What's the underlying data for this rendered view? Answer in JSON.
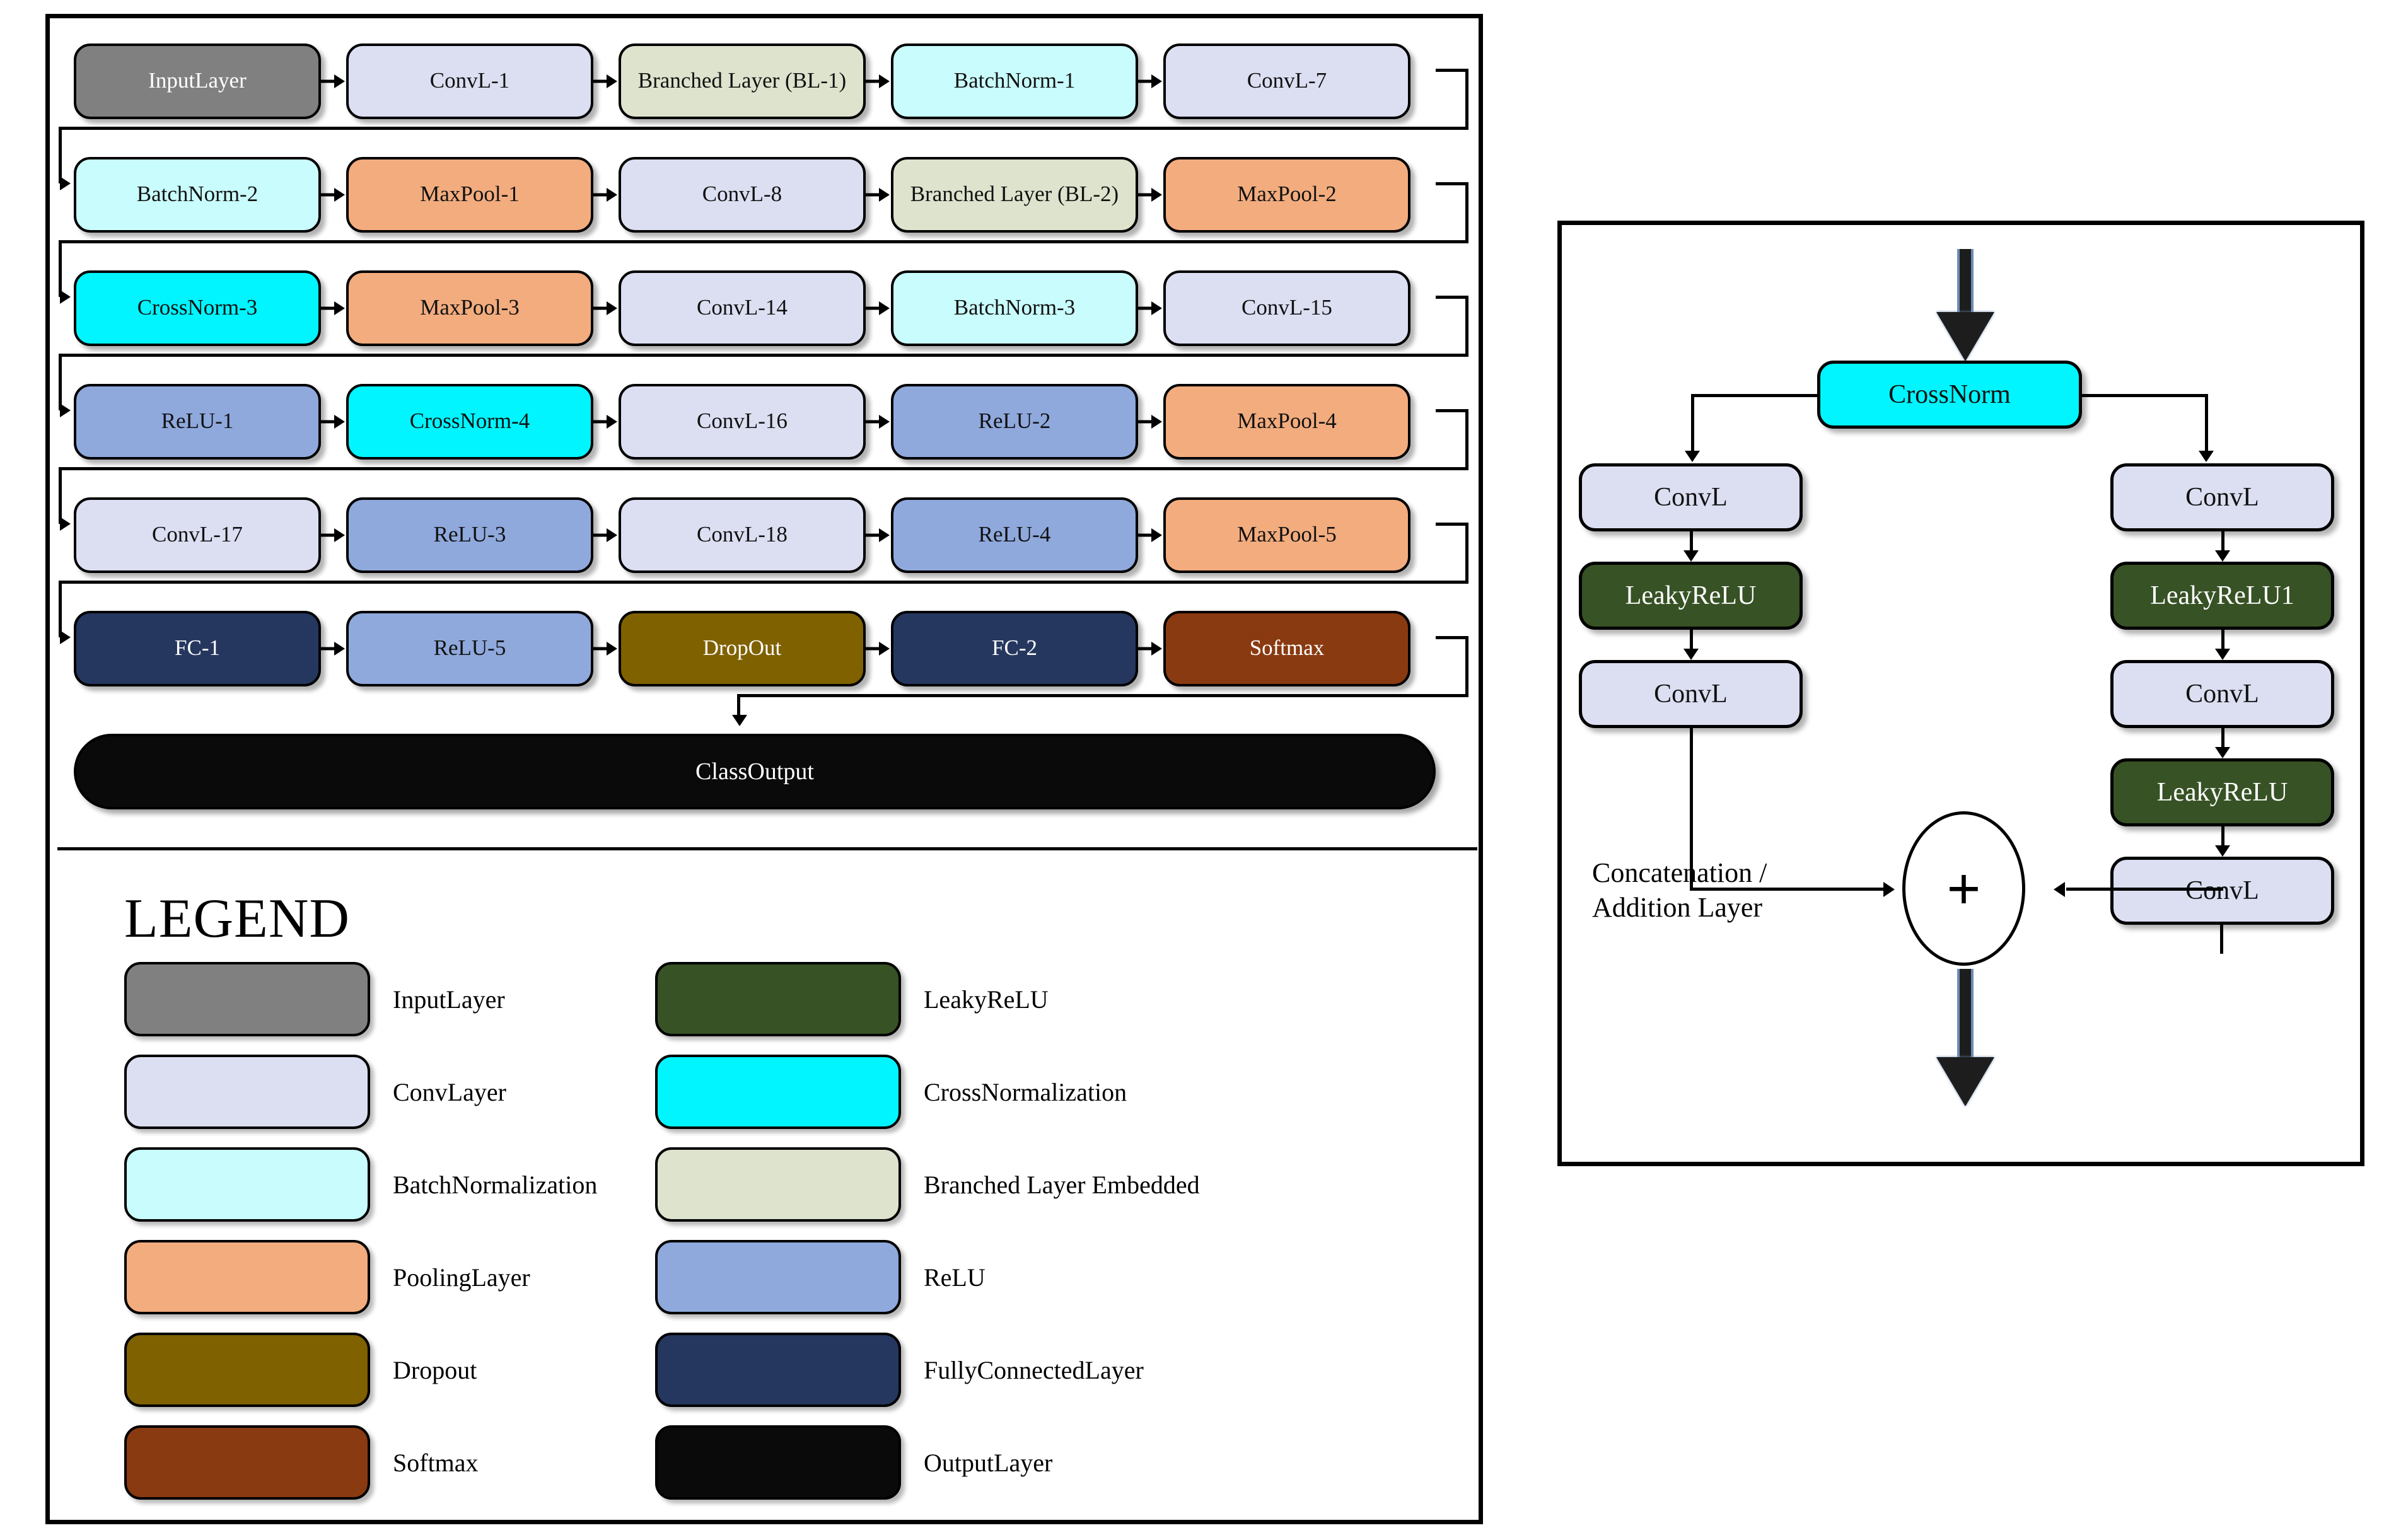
{
  "colors": {
    "input_layer": "#808080",
    "conv_layer": "#dcdff2",
    "batch_norm": "#c9fcfc",
    "pooling_layer": "#f2ac7e",
    "dropout": "#806100",
    "softmax": "#8a3a11",
    "leaky_relu": "#375225",
    "cross_norm": "#00f5ff",
    "branched_embedded": "#dde3cd",
    "relu": "#8fa9dd",
    "fully_connected": "#26375f",
    "output_layer": "#0a0a0a",
    "arrow_accent": "#6e8cb5",
    "border": "#000000"
  },
  "architecture": {
    "rows": [
      {
        "nodes": [
          {
            "label": "InputLayer",
            "type": "input_layer",
            "text": "light"
          },
          {
            "label": "ConvL-1",
            "type": "conv_layer",
            "text": "dark"
          },
          {
            "label": "Branched Layer (BL-1)",
            "type": "branched_embedded",
            "text": "dark"
          },
          {
            "label": "BatchNorm-1",
            "type": "batch_norm",
            "text": "dark"
          },
          {
            "label": "ConvL-7",
            "type": "conv_layer",
            "text": "dark"
          }
        ]
      },
      {
        "nodes": [
          {
            "label": "BatchNorm-2",
            "type": "batch_norm",
            "text": "dark"
          },
          {
            "label": "MaxPool-1",
            "type": "pooling_layer",
            "text": "dark"
          },
          {
            "label": "ConvL-8",
            "type": "conv_layer",
            "text": "dark"
          },
          {
            "label": "Branched Layer (BL-2)",
            "type": "branched_embedded",
            "text": "dark"
          },
          {
            "label": "MaxPool-2",
            "type": "pooling_layer",
            "text": "dark"
          }
        ]
      },
      {
        "nodes": [
          {
            "label": "CrossNorm-3",
            "type": "cross_norm",
            "text": "dark"
          },
          {
            "label": "MaxPool-3",
            "type": "pooling_layer",
            "text": "dark"
          },
          {
            "label": "ConvL-14",
            "type": "conv_layer",
            "text": "dark"
          },
          {
            "label": "BatchNorm-3",
            "type": "batch_norm",
            "text": "dark"
          },
          {
            "label": "ConvL-15",
            "type": "conv_layer",
            "text": "dark"
          }
        ]
      },
      {
        "nodes": [
          {
            "label": "ReLU-1",
            "type": "relu",
            "text": "dark"
          },
          {
            "label": "CrossNorm-4",
            "type": "cross_norm",
            "text": "dark"
          },
          {
            "label": "ConvL-16",
            "type": "conv_layer",
            "text": "dark"
          },
          {
            "label": "ReLU-2",
            "type": "relu",
            "text": "dark"
          },
          {
            "label": "MaxPool-4",
            "type": "pooling_layer",
            "text": "dark"
          }
        ]
      },
      {
        "nodes": [
          {
            "label": "ConvL-17",
            "type": "conv_layer",
            "text": "dark"
          },
          {
            "label": "ReLU-3",
            "type": "relu",
            "text": "dark"
          },
          {
            "label": "ConvL-18",
            "type": "conv_layer",
            "text": "dark"
          },
          {
            "label": "ReLU-4",
            "type": "relu",
            "text": "dark"
          },
          {
            "label": "MaxPool-5",
            "type": "pooling_layer",
            "text": "dark"
          }
        ]
      },
      {
        "nodes": [
          {
            "label": "FC-1",
            "type": "fully_connected",
            "text": "light"
          },
          {
            "label": "ReLU-5",
            "type": "relu",
            "text": "dark"
          },
          {
            "label": "DropOut",
            "type": "dropout",
            "text": "light"
          },
          {
            "label": "FC-2",
            "type": "fully_connected",
            "text": "light"
          },
          {
            "label": "Softmax",
            "type": "softmax",
            "text": "light"
          }
        ]
      }
    ],
    "output": {
      "label": "ClassOutput",
      "type": "output_layer",
      "text": "light"
    }
  },
  "legend": {
    "title": "LEGEND",
    "left_items": [
      {
        "label": "InputLayer",
        "type": "input_layer"
      },
      {
        "label": "ConvLayer",
        "type": "conv_layer"
      },
      {
        "label": "BatchNormalization",
        "type": "batch_norm"
      },
      {
        "label": "PoolingLayer",
        "type": "pooling_layer"
      },
      {
        "label": "Dropout",
        "type": "dropout"
      },
      {
        "label": "Softmax",
        "type": "softmax"
      }
    ],
    "right_items": [
      {
        "label": "LeakyReLU",
        "type": "leaky_relu"
      },
      {
        "label": "CrossNormalization",
        "type": "cross_norm"
      },
      {
        "label": "Branched Layer Embedded",
        "type": "branched_embedded"
      },
      {
        "label": "ReLU",
        "type": "relu"
      },
      {
        "label": "FullyConnectedLayer",
        "type": "fully_connected"
      },
      {
        "label": "OutputLayer",
        "type": "output_layer"
      }
    ]
  },
  "branched_block": {
    "cross_norm": {
      "label": "CrossNorm",
      "type": "cross_norm"
    },
    "left_branch": [
      {
        "label": "ConvL",
        "type": "conv_layer"
      },
      {
        "label": "LeakyReLU",
        "type": "leaky_relu"
      },
      {
        "label": "ConvL",
        "type": "conv_layer"
      }
    ],
    "right_branch": [
      {
        "label": "ConvL",
        "type": "conv_layer"
      },
      {
        "label": "LeakyReLU1",
        "type": "leaky_relu"
      },
      {
        "label": "ConvL",
        "type": "conv_layer"
      },
      {
        "label": "LeakyReLU",
        "type": "leaky_relu"
      },
      {
        "label": "ConvL",
        "type": "conv_layer"
      }
    ],
    "merge": {
      "label": "Concatenation / Addition Layer",
      "symbol": "+"
    }
  }
}
